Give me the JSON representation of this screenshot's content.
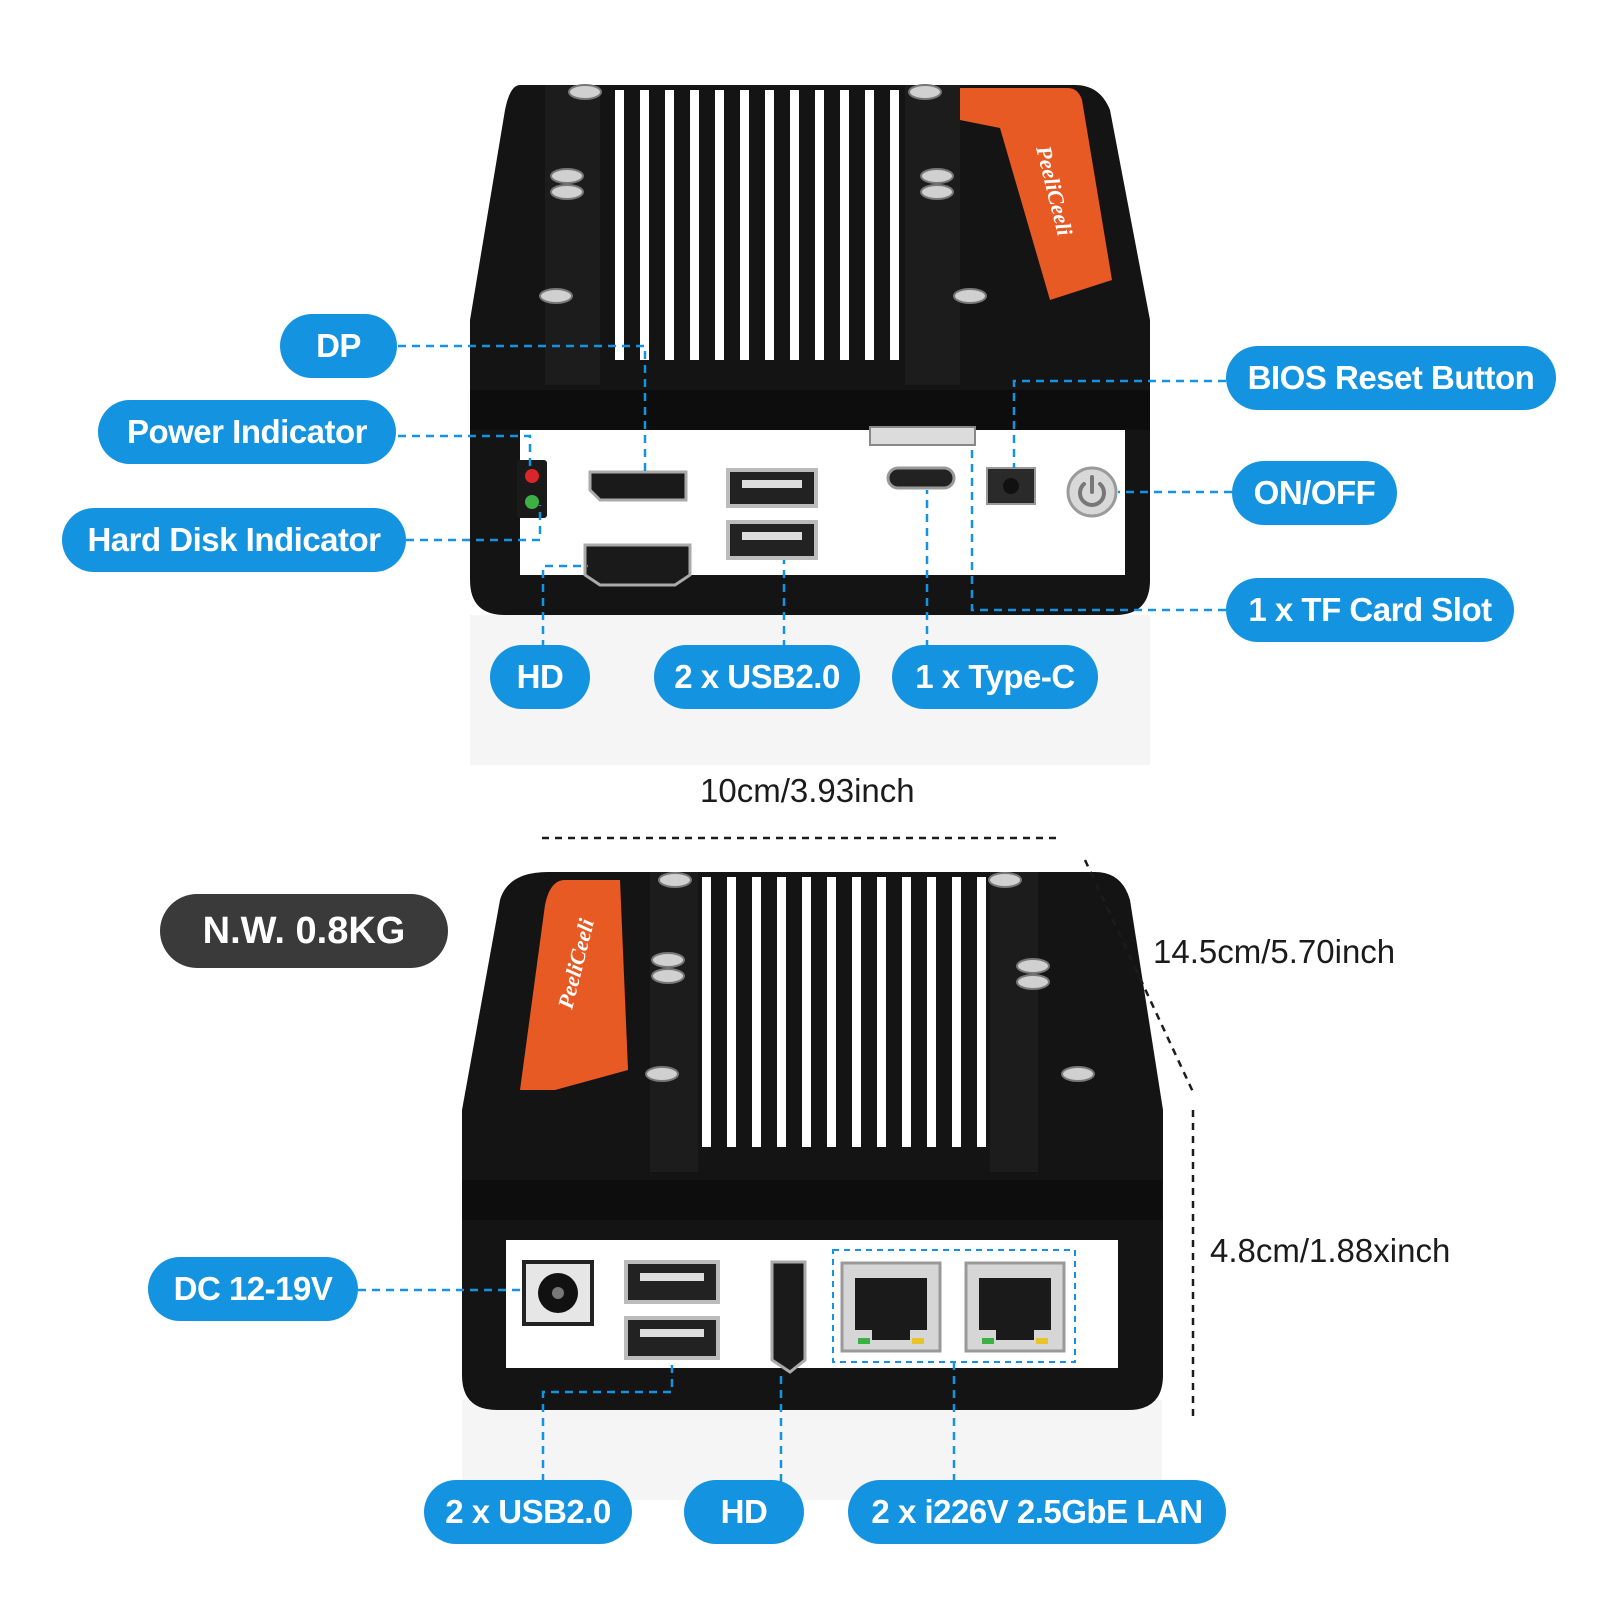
{
  "brand": "PeeliCeeli",
  "colors": {
    "label_bg": "#1493e0",
    "label_text": "#ffffff",
    "device_body": "#141414",
    "accent_orange": "#e85a24",
    "weight_badge": "#3a3a3a",
    "guide_lines": "#1493e0"
  },
  "front": {
    "dp": "DP",
    "power_indicator": "Power Indicator",
    "hard_disk_indicator": "Hard Disk Indicator",
    "bios_reset": "BIOS Reset Button",
    "on_off": "ON/OFF",
    "tf_slot": "1 x TF Card Slot",
    "hd": "HD",
    "usb": "2 x USB2.0",
    "type_c": "1 x Type-C"
  },
  "dimensions": {
    "width": "10cm/3.93inch",
    "depth": "14.5cm/5.70inch",
    "height": "4.8cm/1.88xinch"
  },
  "weight": "N.W. 0.8KG",
  "rear": {
    "dc": "DC 12-19V",
    "usb": "2 x USB2.0",
    "hd": "HD",
    "lan": "2 x i226V 2.5GbE LAN"
  },
  "icons": [
    "power-icon"
  ]
}
